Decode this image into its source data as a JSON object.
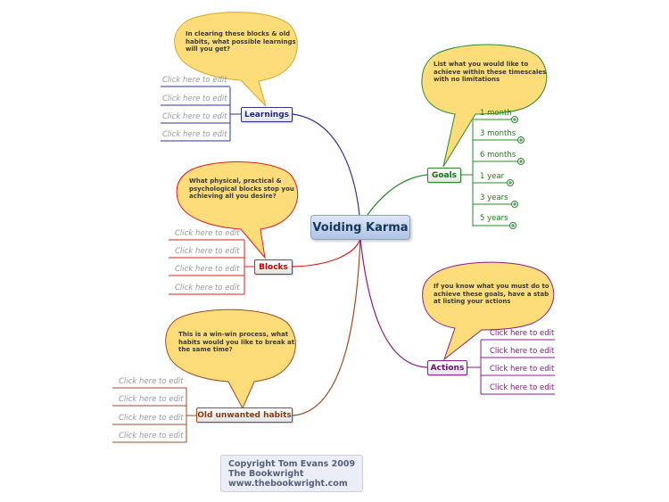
{
  "central": {
    "label": "Voiding Karma"
  },
  "topics": {
    "learnings": "Learnings",
    "blocks": "Blocks",
    "old_habits": "Old unwanted habits",
    "goals": "Goals",
    "actions": "Actions"
  },
  "placeholder": "Click here to edit",
  "goals_items": [
    "1 month",
    "3 months",
    "6 months",
    "1 year",
    "3 years",
    "5 years"
  ],
  "callouts": {
    "learnings": [
      "In clearing these blocks & old",
      "habits, what possible learnings",
      "will you get?"
    ],
    "blocks": [
      "What physical, practical &",
      "psychological blocks stop you",
      "achieving all you desire?"
    ],
    "old_habits": [
      "This is a win-win process, what",
      "habits would you like to break at",
      "the same time?"
    ],
    "goals": [
      "List what you would like to",
      "achieve within these timescales",
      "with no limitations"
    ],
    "actions": [
      "If you know what you must do to",
      "achieve these goals, have a stab",
      "at listing your actions"
    ]
  },
  "copyright": [
    "Copyright Tom Evans 2009",
    "The Bookwright",
    "www.thebookwright.com"
  ],
  "colors": {
    "learnings": "#2b3590",
    "blocks": "#e21b1b",
    "old_habits": "#a04a1e",
    "goals": "#2a8a2a",
    "actions": "#8a1e8a",
    "callout_fill": "#fddc7a",
    "callout_stroke": "#d9a72a"
  }
}
